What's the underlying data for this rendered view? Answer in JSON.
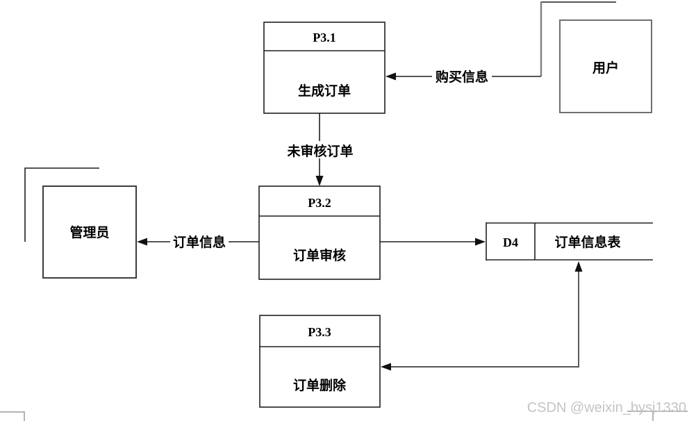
{
  "diagram": {
    "type": "data-flow-diagram",
    "processes": [
      {
        "id": "P3.1",
        "label": "生成订单"
      },
      {
        "id": "P3.2",
        "label": "订单审核"
      },
      {
        "id": "P3.3",
        "label": "订单删除"
      }
    ],
    "entities": [
      {
        "label": "用户"
      },
      {
        "label": "管理员"
      }
    ],
    "stores": [
      {
        "id": "D4",
        "label": "订单信息表"
      }
    ],
    "flows": [
      {
        "label": "购买信息",
        "from": "用户",
        "to": "P3.1"
      },
      {
        "label": "未审核订单",
        "from": "P3.1",
        "to": "P3.2"
      },
      {
        "label": "订单信息",
        "from": "P3.2",
        "to": "管理员"
      },
      {
        "label": "",
        "from": "P3.2",
        "to": "D4"
      },
      {
        "label": "",
        "from": "P3.3",
        "to": "D4",
        "bidirectional": true
      }
    ]
  },
  "watermark": {
    "text": "CSDN @weixin_bysj1330"
  },
  "colors": {
    "background": "#ffffff",
    "line": "#1f1f1f",
    "gray_line": "#7f7f7f",
    "faint_line": "#b3b3b3",
    "watermark": "#c4c4c4"
  }
}
